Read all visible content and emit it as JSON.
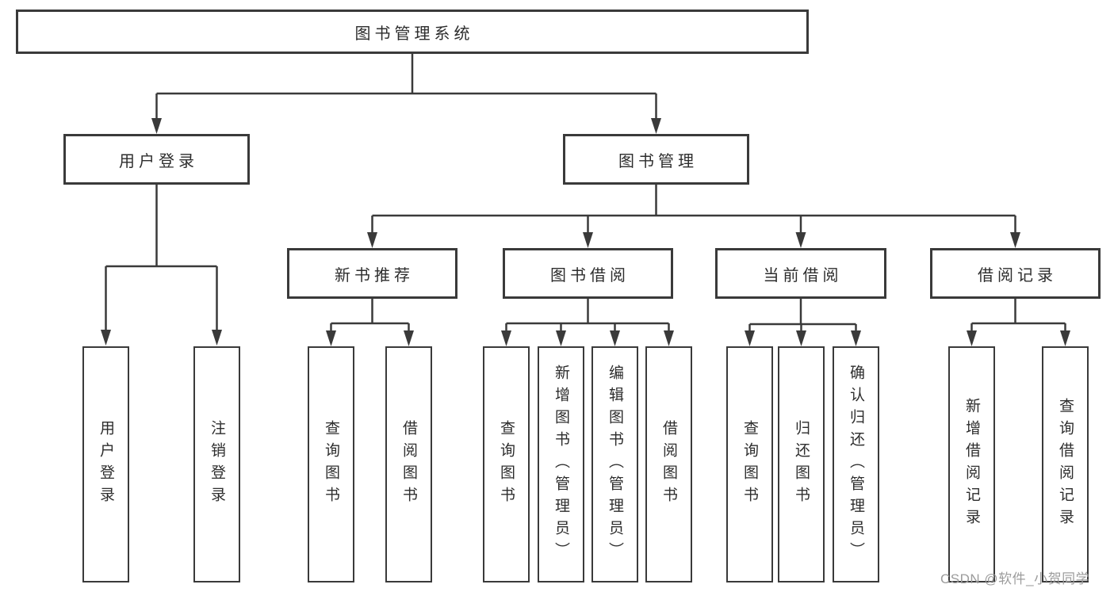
{
  "tree": {
    "label": "图书管理系统",
    "children": [
      {
        "label": "用户登录",
        "children": [
          {
            "label": "用户登录"
          },
          {
            "label": "注销登录"
          }
        ]
      },
      {
        "label": "图书管理",
        "children": [
          {
            "label": "新书推荐",
            "children": [
              {
                "label": "查询图书"
              },
              {
                "label": "借阅图书"
              }
            ]
          },
          {
            "label": "图书借阅",
            "children": [
              {
                "label": "查询图书"
              },
              {
                "label": "新增图书（管理员）"
              },
              {
                "label": "编辑图书（管理员）"
              },
              {
                "label": "借阅图书"
              }
            ]
          },
          {
            "label": "当前借阅",
            "children": [
              {
                "label": "查询图书"
              },
              {
                "label": "归还图书"
              },
              {
                "label": "确认归还（管理员）"
              }
            ]
          },
          {
            "label": "借阅记录",
            "children": [
              {
                "label": "新增借阅记录"
              },
              {
                "label": "查询借阅记录"
              }
            ]
          }
        ]
      }
    ]
  },
  "watermark": {
    "text": "CSDN @软件_小贺同学"
  },
  "colors": {
    "line": "#3a3a3a",
    "box_border": "#3a3a3a",
    "text": "#2d2d2d",
    "background": "#ffffff",
    "watermark": "#9c9c9c"
  }
}
